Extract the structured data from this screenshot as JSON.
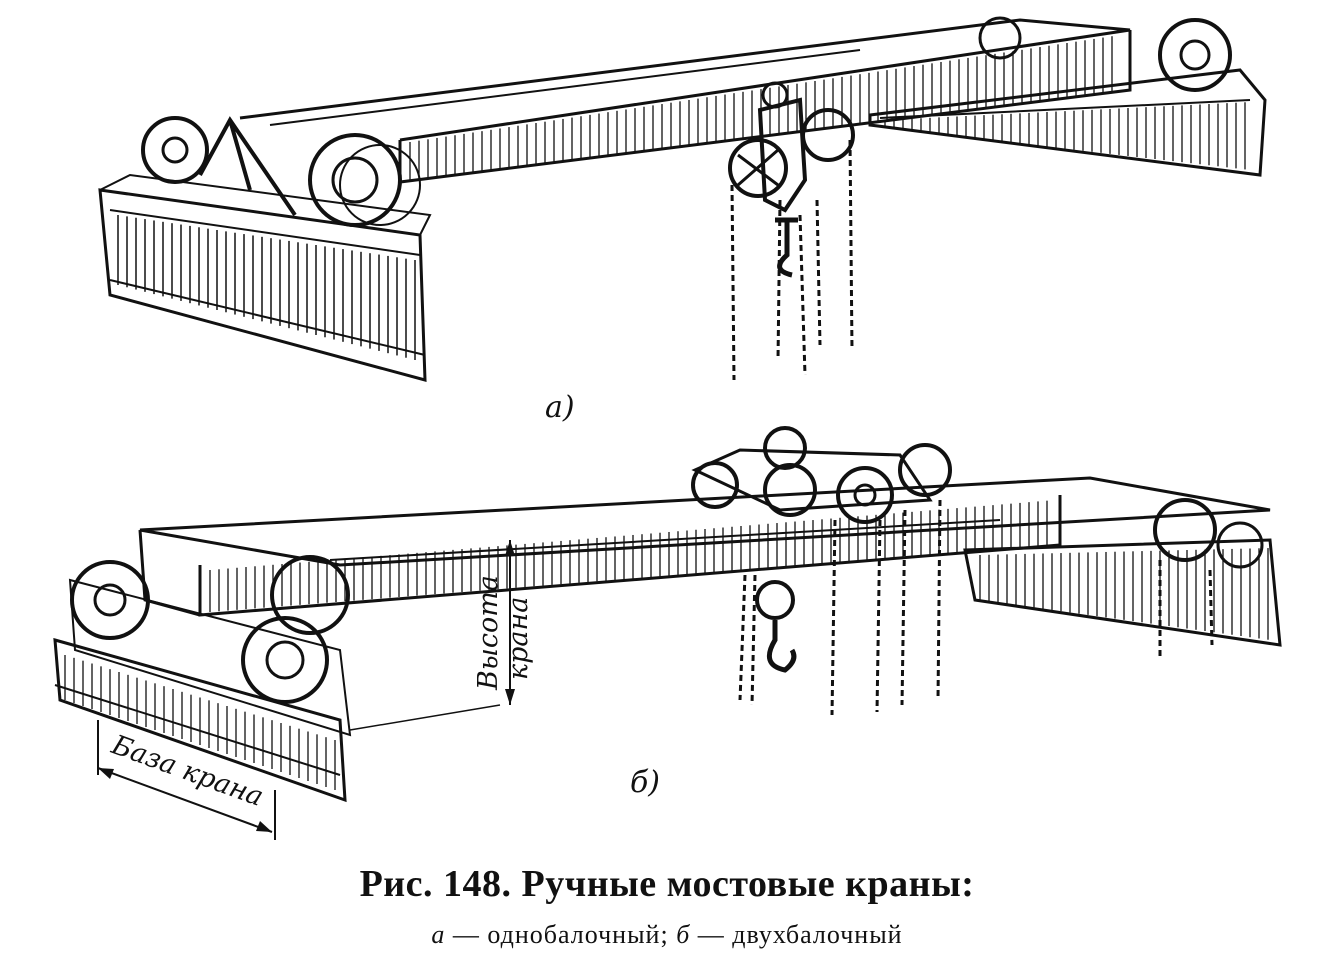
{
  "figure": {
    "label_a": "а)",
    "label_b": "б)",
    "dimension_height": "Высота крана",
    "dimension_height_line1": "Высота",
    "dimension_height_line2": "крана",
    "dimension_base": "База крана"
  },
  "caption": {
    "title": "Рис. 148. Ручные мостовые краны:",
    "item_a_letter": "а",
    "item_a_text": " — однобалочный; ",
    "item_b_letter": "б",
    "item_b_text": " — двухбалочный"
  }
}
